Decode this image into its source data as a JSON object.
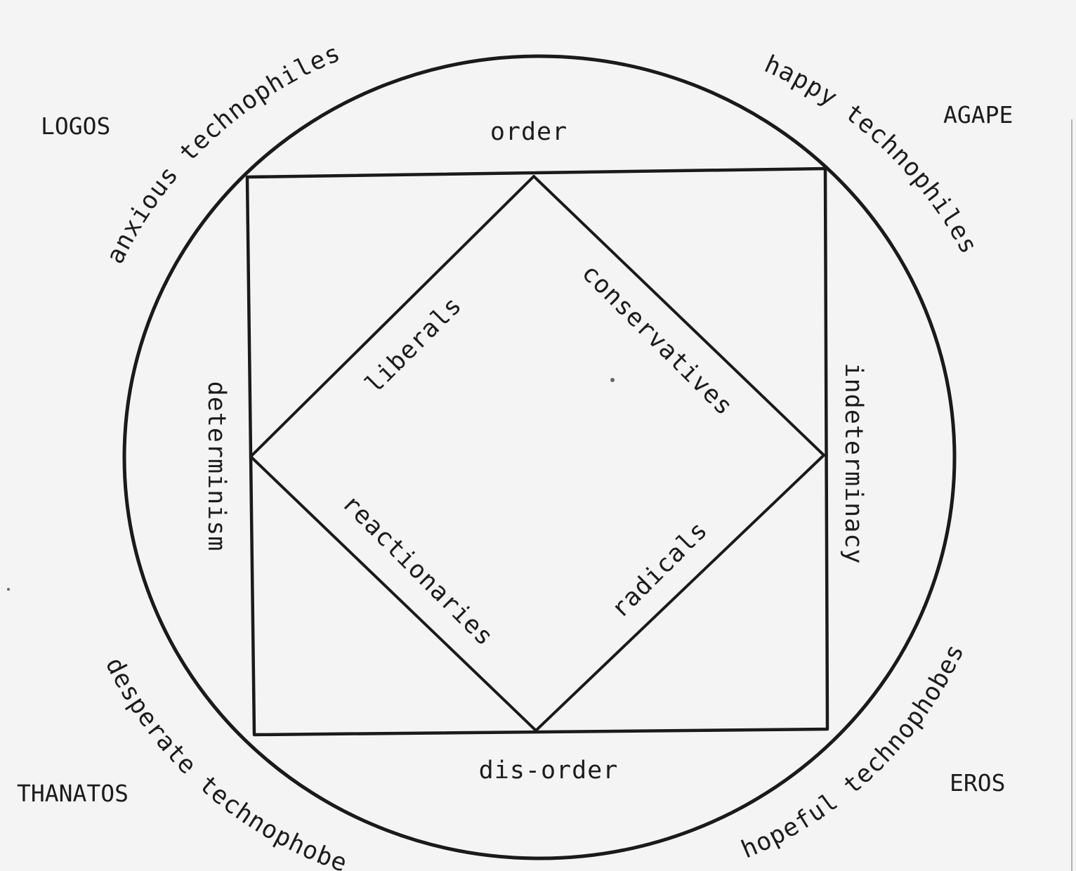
{
  "corners": {
    "top_left": "LOGOS",
    "top_right": "AGAPE",
    "bottom_left": "THANATOS",
    "bottom_right": "EROS"
  },
  "arc_labels": {
    "top_left": "anxious technophiles",
    "top_right": "happy technophiles",
    "bottom_left": "desperate technophobes",
    "bottom_right": "hopeful technophobes"
  },
  "square_labels": {
    "top": "order",
    "bottom": "dis-order",
    "left": "determinism",
    "right": "indeterminacy"
  },
  "diamond_labels": {
    "upper_left": "liberals",
    "upper_right": "conservatives",
    "lower_left": "reactionaries",
    "lower_right": "radicals"
  },
  "colors": {
    "ink": "#1a1a1a",
    "paper": "#f4f4f4"
  }
}
